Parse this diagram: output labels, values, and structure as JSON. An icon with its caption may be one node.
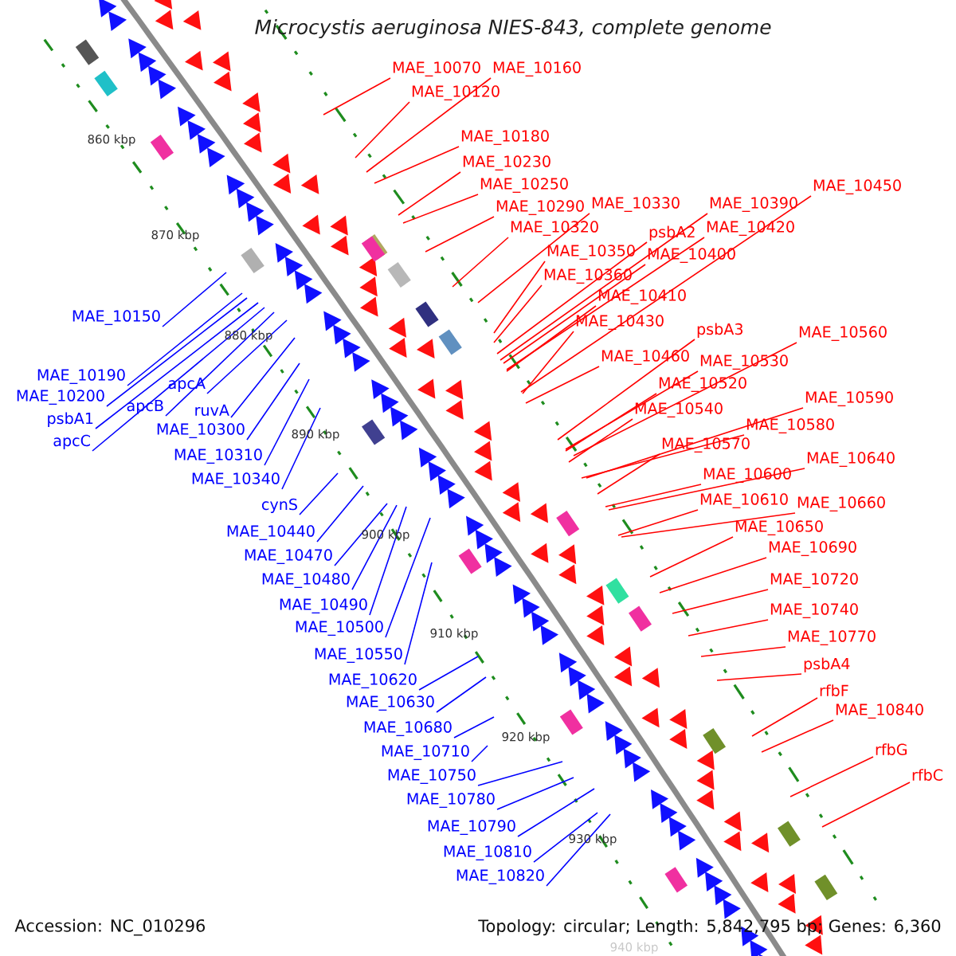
{
  "diagram": {
    "title": "Microcystis aeruginosa NIES-843, complete genome",
    "nodes": [
      {
        "text": [
          "MAE_10070"
        ]
      },
      {
        "text": [
          "MAE_10160"
        ]
      },
      {
        "text": [
          "MAE_10120"
        ]
      },
      {
        "text": [
          "MAE_10180"
        ]
      },
      {
        "text": [
          "MAE_10230"
        ]
      },
      {
        "text": [
          "MAE_10250"
        ]
      },
      {
        "text": [
          "MAE_10290"
        ]
      },
      {
        "text": [
          "MAE_10330"
        ]
      },
      {
        "text": [
          "MAE_10390"
        ]
      },
      {
        "text": [
          "MAE_10450"
        ]
      },
      {
        "text": [
          "MAE_10320"
        ]
      },
      {
        "text": [
          "psbA2"
        ]
      },
      {
        "text": [
          "MAE_10420"
        ]
      },
      {
        "text": [
          "MAE_10350"
        ]
      },
      {
        "text": [
          "MAE_10400"
        ]
      },
      {
        "text": [
          "MAE_10360"
        ]
      },
      {
        "text": [
          "MAE_10410"
        ]
      },
      {
        "text": [
          "MAE_10430"
        ]
      },
      {
        "text": [
          "psbA3"
        ]
      },
      {
        "text": [
          "MAE_10560"
        ]
      },
      {
        "text": [
          "MAE_10460"
        ]
      },
      {
        "text": [
          "MAE_10530"
        ]
      },
      {
        "text": [
          "MAE_10520"
        ]
      },
      {
        "text": [
          "MAE_10540"
        ]
      },
      {
        "text": [
          "MAE_10590"
        ]
      },
      {
        "text": [
          "MAE_10580"
        ]
      },
      {
        "text": [
          "MAE_10570"
        ]
      },
      {
        "text": [
          "MAE_10640"
        ]
      },
      {
        "text": [
          "MAE_10600"
        ]
      },
      {
        "text": [
          "MAE_10610"
        ]
      },
      {
        "text": [
          "MAE_10660"
        ]
      },
      {
        "text": [
          "MAE_10650"
        ]
      },
      {
        "text": [
          "MAE_10690"
        ]
      },
      {
        "text": [
          "MAE_10720"
        ]
      },
      {
        "text": [
          "MAE_10740"
        ]
      },
      {
        "text": [
          "MAE_10770"
        ]
      },
      {
        "text": [
          "psbA4"
        ]
      },
      {
        "text": [
          "rfbF"
        ]
      },
      {
        "text": [
          "MAE_10840"
        ]
      },
      {
        "text": [
          "rfbG"
        ]
      },
      {
        "text": [
          "rfbC"
        ]
      },
      {
        "text": [
          "MAE_10150"
        ]
      },
      {
        "text": [
          "MAE_10190"
        ]
      },
      {
        "text": [
          "apcA"
        ]
      },
      {
        "text": [
          "MAE_10200"
        ]
      },
      {
        "text": [
          "apcB"
        ]
      },
      {
        "text": [
          "ruvA"
        ]
      },
      {
        "text": [
          "psbA1"
        ]
      },
      {
        "text": [
          "MAE_10300"
        ]
      },
      {
        "text": [
          "apcC"
        ]
      },
      {
        "text": [
          "MAE_10310"
        ]
      },
      {
        "text": [
          "MAE_10340"
        ]
      },
      {
        "text": [
          "cynS"
        ]
      },
      {
        "text": [
          "MAE_10440"
        ]
      },
      {
        "text": [
          "MAE_10470"
        ]
      },
      {
        "text": [
          "MAE_10480"
        ]
      },
      {
        "text": [
          "MAE_10490"
        ]
      },
      {
        "text": [
          "MAE_10500"
        ]
      },
      {
        "text": [
          "MAE_10550"
        ]
      },
      {
        "text": [
          "MAE_10620"
        ]
      },
      {
        "text": [
          "MAE_10630"
        ]
      },
      {
        "text": [
          "MAE_10680"
        ]
      },
      {
        "text": [
          "MAE_10710"
        ]
      },
      {
        "text": [
          "MAE_10750"
        ]
      },
      {
        "text": [
          "MAE_10780"
        ]
      },
      {
        "text": [
          "MAE_10790"
        ]
      },
      {
        "text": [
          "MAE_10810"
        ]
      },
      {
        "text": [
          "MAE_10820"
        ]
      }
    ],
    "edges": [
      {
        "from": 0,
        "to": null,
        "arrow": "none"
      },
      {
        "from": 1,
        "to": null,
        "arrow": "none"
      },
      {
        "from": 2,
        "to": null,
        "arrow": "none"
      },
      {
        "from": 3,
        "to": null,
        "arrow": "none"
      },
      {
        "from": 4,
        "to": null,
        "arrow": "none"
      },
      {
        "from": 5,
        "to": null,
        "arrow": "none"
      },
      {
        "from": 6,
        "to": null,
        "arrow": "none"
      },
      {
        "from": 7,
        "to": null,
        "arrow": "none"
      },
      {
        "from": 8,
        "to": null,
        "arrow": "none"
      },
      {
        "from": 9,
        "to": null,
        "arrow": "none"
      },
      {
        "from": 10,
        "to": null,
        "arrow": "none"
      },
      {
        "from": 11,
        "to": null,
        "arrow": "none"
      },
      {
        "from": 12,
        "to": null,
        "arrow": "none"
      },
      {
        "from": 13,
        "to": null,
        "arrow": "none"
      },
      {
        "from": 14,
        "to": null,
        "arrow": "none"
      },
      {
        "from": 15,
        "to": null,
        "arrow": "none"
      },
      {
        "from": 16,
        "to": null,
        "arrow": "none"
      },
      {
        "from": 17,
        "to": null,
        "arrow": "none"
      },
      {
        "from": 18,
        "to": null,
        "arrow": "none"
      },
      {
        "from": 19,
        "to": null,
        "arrow": "none"
      },
      {
        "from": 20,
        "to": null,
        "arrow": "none"
      },
      {
        "from": 21,
        "to": null,
        "arrow": "none"
      },
      {
        "from": 22,
        "to": null,
        "arrow": "none"
      },
      {
        "from": 23,
        "to": null,
        "arrow": "none"
      },
      {
        "from": 24,
        "to": null,
        "arrow": "none"
      },
      {
        "from": 25,
        "to": null,
        "arrow": "none"
      },
      {
        "from": 26,
        "to": null,
        "arrow": "none"
      },
      {
        "from": 27,
        "to": null,
        "arrow": "none"
      },
      {
        "from": 28,
        "to": null,
        "arrow": "none"
      },
      {
        "from": 29,
        "to": null,
        "arrow": "none"
      },
      {
        "from": 30,
        "to": null,
        "arrow": "none"
      },
      {
        "from": 31,
        "to": null,
        "arrow": "none"
      },
      {
        "from": 32,
        "to": null,
        "arrow": "none"
      },
      {
        "from": 33,
        "to": null,
        "arrow": "none"
      },
      {
        "from": 34,
        "to": null,
        "arrow": "none"
      },
      {
        "from": 35,
        "to": null,
        "arrow": "none"
      },
      {
        "from": 36,
        "to": null,
        "arrow": "none"
      },
      {
        "from": 37,
        "to": null,
        "arrow": "none"
      },
      {
        "from": 38,
        "to": null,
        "arrow": "none"
      },
      {
        "from": 39,
        "to": null,
        "arrow": "none"
      },
      {
        "from": 40,
        "to": null,
        "arrow": "none"
      },
      {
        "from": 41,
        "to": null,
        "arrow": "none",
        "color": "#0000ff"
      },
      {
        "from": 42,
        "to": null,
        "arrow": "none",
        "color": "#0000ff"
      },
      {
        "from": 43,
        "to": null,
        "arrow": "none",
        "color": "#0000ff"
      },
      {
        "from": 44,
        "to": null,
        "arrow": "none",
        "color": "#0000ff"
      },
      {
        "from": 45,
        "to": null,
        "arrow": "none",
        "color": "#0000ff"
      },
      {
        "from": 46,
        "to": null,
        "arrow": "none",
        "color": "#0000ff"
      },
      {
        "from": 47,
        "to": null,
        "arrow": "none",
        "color": "#0000ff"
      },
      {
        "from": 48,
        "to": null,
        "arrow": "none",
        "color": "#0000ff"
      },
      {
        "from": 49,
        "to": null,
        "arrow": "none",
        "color": "#0000ff"
      },
      {
        "from": 50,
        "to": null,
        "arrow": "none",
        "color": "#0000ff"
      },
      {
        "from": 51,
        "to": null,
        "arrow": "none",
        "color": "#0000ff"
      },
      {
        "from": 52,
        "to": null,
        "arrow": "none",
        "color": "#0000ff"
      },
      {
        "from": 53,
        "to": null,
        "arrow": "none",
        "color": "#0000ff"
      },
      {
        "from": 54,
        "to": null,
        "arrow": "none",
        "color": "#0000ff"
      },
      {
        "from": 55,
        "to": null,
        "arrow": "none",
        "color": "#0000ff"
      },
      {
        "from": 56,
        "to": null,
        "arrow": "none",
        "color": "#0000ff"
      },
      {
        "from": 57,
        "to": null,
        "arrow": "none",
        "color": "#0000ff"
      },
      {
        "from": 58,
        "to": null,
        "arrow": "none",
        "color": "#0000ff"
      },
      {
        "from": 59,
        "to": null,
        "arrow": "none",
        "color": "#0000ff"
      },
      {
        "from": 60,
        "to": null,
        "arrow": "none",
        "color": "#0000ff"
      },
      {
        "from": 61,
        "to": null,
        "arrow": "none",
        "color": "#0000ff"
      },
      {
        "from": 62,
        "to": null,
        "arrow": "none",
        "color": "#0000ff"
      },
      {
        "from": 63,
        "to": null,
        "arrow": "none",
        "color": "#0000ff"
      },
      {
        "from": 64,
        "to": null,
        "arrow": "none",
        "color": "#0000ff"
      },
      {
        "from": 65,
        "to": null,
        "arrow": "none",
        "color": "#0000ff"
      },
      {
        "from": 66,
        "to": null,
        "arrow": "none",
        "color": "#0000ff"
      },
      {
        "from": 67,
        "to": null,
        "arrow": "none",
        "color": "#0000ff"
      }
    ],
    "labels": [
      "860 kbp",
      "870 kbp",
      "880 kbp",
      "890 kbp",
      "900 kbp",
      "910 kbp",
      "920 kbp",
      "930 kbp",
      "940 kbp",
      "Accession: NC_010296",
      "Topology: circular; Length: 5,842,795 bp; Genes: 6,360"
    ]
  }
}
